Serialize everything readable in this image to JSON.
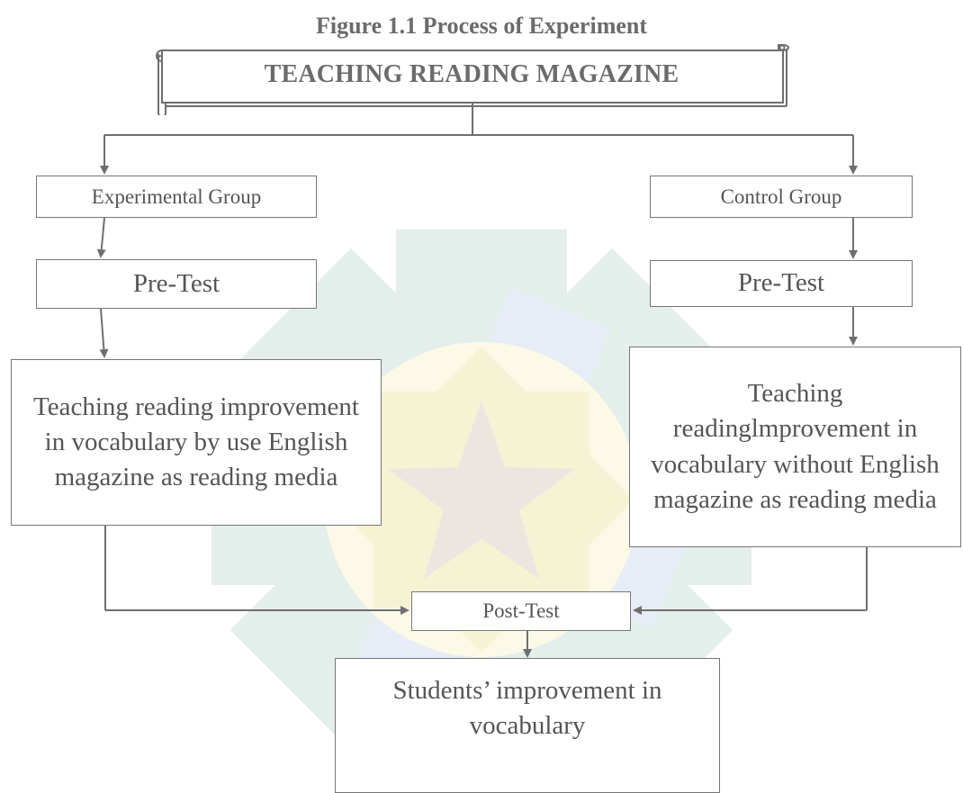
{
  "figure": {
    "title": "Figure 1.1 Process of Experiment",
    "banner": "TEACHING READING MAGAZINE"
  },
  "experimental": {
    "group": "Experimental Group",
    "pretest": "Pre-Test",
    "treatment": "Teaching reading improvement in vocabulary by use English magazine as reading media"
  },
  "control": {
    "group": "Control Group",
    "pretest": "Pre-Test",
    "treatment": "Teaching readinglmprovement in vocabulary without English magazine as reading media"
  },
  "posttest": "Post-Test",
  "outcome": "Students’ improvement in vocabulary",
  "colors": {
    "line": "#6f6f6f",
    "box_border": "#777777",
    "text": "#555555",
    "watermark_green": "#d8e8e4",
    "watermark_blue": "#dde7f2",
    "watermark_yellow": "#f7f4d6"
  }
}
